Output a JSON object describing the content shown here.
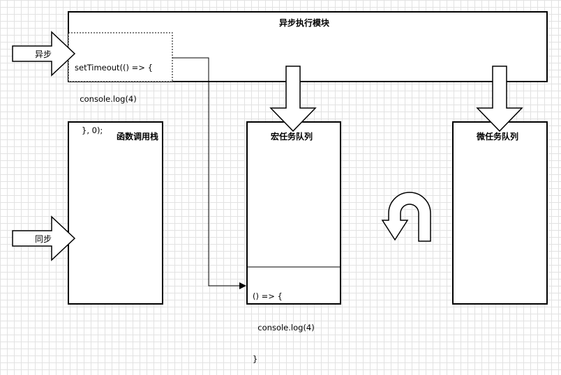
{
  "async_module": {
    "title": "异步执行模块",
    "code": [
      "setTimeout(() => {",
      "  console.log(4)",
      "}, 0);"
    ]
  },
  "call_stack": {
    "title": "函数调用栈"
  },
  "macro_queue": {
    "title": "宏任务队列",
    "callback_code": [
      "() => {",
      "  console.log(4)",
      "}"
    ]
  },
  "micro_queue": {
    "title": "微任务队列"
  },
  "inputs": {
    "async_label": "异步",
    "sync_label": "同步"
  }
}
